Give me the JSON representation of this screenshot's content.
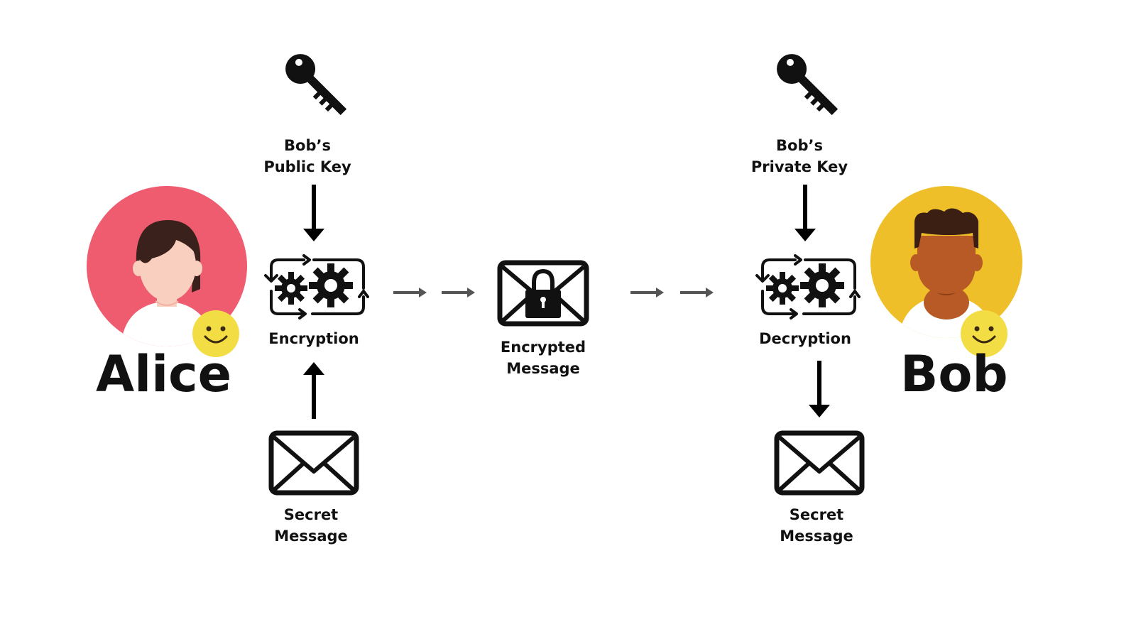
{
  "people": {
    "alice": {
      "name": "Alice",
      "circle_color": "#ef5b6f",
      "badge_color": "#f3dd45"
    },
    "bob": {
      "name": "Bob",
      "circle_color": "#efbf2a",
      "badge_color": "#f3dd45"
    }
  },
  "nodes": {
    "public_key": {
      "line1": "Bob’s",
      "line2": "Public Key",
      "icon": "key-icon"
    },
    "private_key": {
      "line1": "Bob’s",
      "line2": "Private Key",
      "icon": "key-icon"
    },
    "encryption": {
      "label": "Encryption",
      "icon": "gears-icon"
    },
    "decryption": {
      "label": "Decryption",
      "icon": "gears-icon"
    },
    "encrypted_message": {
      "line1": "Encrypted",
      "line2": "Message",
      "icon": "locked-envelope-icon"
    },
    "secret_message_in": {
      "line1": "Secret",
      "line2": "Message",
      "icon": "envelope-icon"
    },
    "secret_message_out": {
      "line1": "Secret",
      "line2": "Message",
      "icon": "envelope-icon"
    }
  },
  "colors": {
    "arrow": "#000000",
    "flow_arrow": "#555555"
  }
}
